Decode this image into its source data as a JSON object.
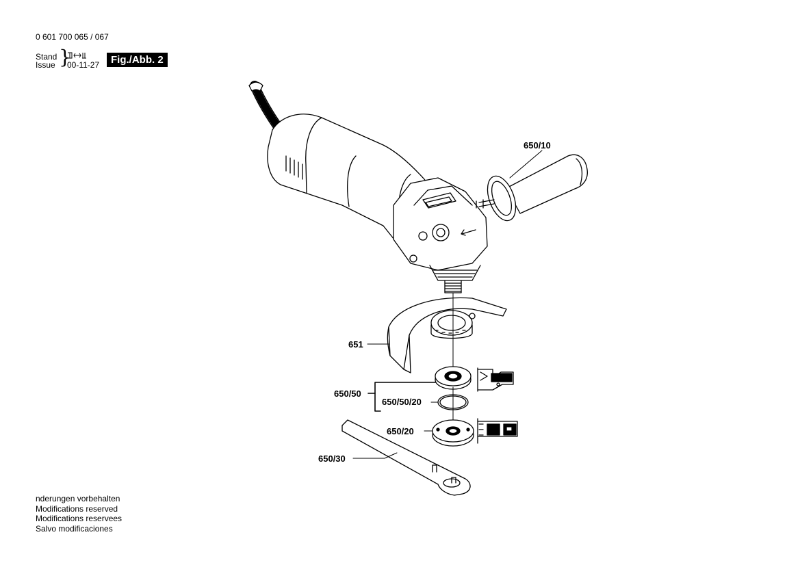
{
  "header": {
    "doc_number": "0 601 700 065 / 067",
    "stand_label": "Stand",
    "issue_label": "Issue",
    "issue_date": "00-11-27",
    "figure_label": "Fig./Abb. 2"
  },
  "parts": {
    "p650_10": "650/10",
    "p651": "651",
    "p650_50": "650/50",
    "p650_50_20": "650/50/20",
    "p650_20": "650/20",
    "p650_30": "650/30"
  },
  "notes": [
    "nderungen vorbehalten",
    "Modifications reserved",
    "Modifications reservees",
    "Salvo modificaciones"
  ],
  "colors": {
    "ink": "#000000",
    "background": "#ffffff",
    "figure_label_bg": "#000000"
  }
}
